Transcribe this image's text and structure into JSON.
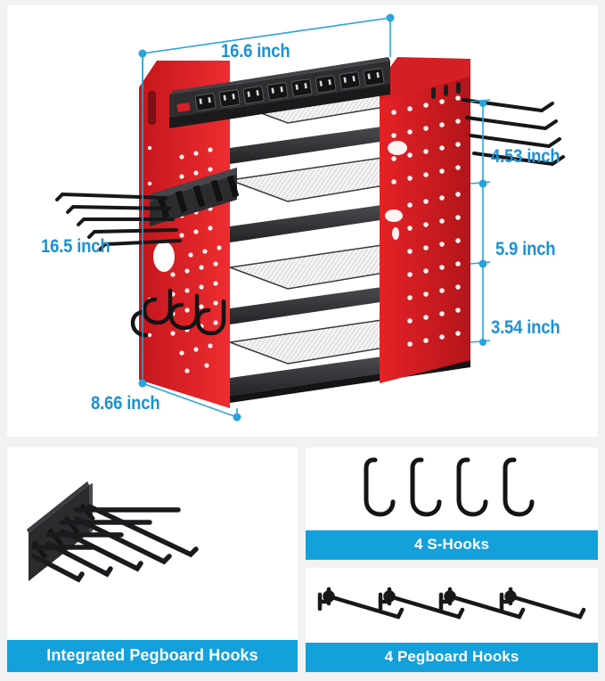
{
  "theme": {
    "page_background": "#f2f2f2",
    "card_background": "#ffffff",
    "caption_bar_color": "#14a0db",
    "caption_text_color": "#ffffff",
    "dimension_text_color": "#1b91d3",
    "dimension_line_color": "#29a3dc",
    "product_red": "#e02127",
    "product_black": "#2b2b2d"
  },
  "hero": {
    "product_name": "wall-mounted power tool organizer",
    "dimensions": {
      "width": "16.6 inch",
      "height": "16.5 inch",
      "depth": "8.66 inch",
      "top_shelf_gap": "4.53 inch",
      "middle_shelf_gap": "5.9 inch",
      "bottom_shelf_gap": "3.54 inch"
    },
    "features": {
      "outlet_count": 8,
      "shelf_count": 4,
      "power_switch": "red rocker switch",
      "integrated_hook_prongs": 5,
      "s_hooks_on_board": 4,
      "side_hooks": 4
    }
  },
  "panels": [
    {
      "id": "integrated-pegboard-hooks",
      "caption": "Integrated Pegboard Hooks",
      "icon": "hook-rail-icon"
    },
    {
      "id": "s-hooks",
      "caption": "4 S-Hooks",
      "icon": "s-hook-icon",
      "quantity": 4
    },
    {
      "id": "pegboard-hooks",
      "caption": "4 Pegboard Hooks",
      "icon": "pegboard-hook-icon",
      "quantity": 4
    }
  ]
}
